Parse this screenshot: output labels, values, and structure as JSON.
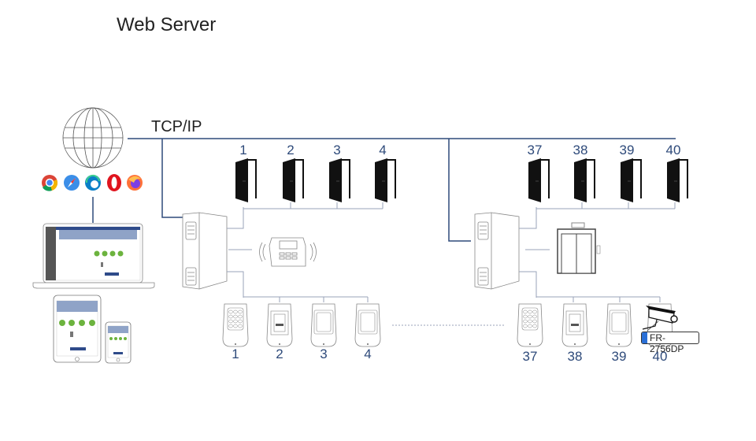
{
  "title": "Web Server",
  "network": {
    "label": "TCP/IP",
    "line_color": "#2e4a7a",
    "bus_color": "#9aa3b8"
  },
  "browsers": [
    {
      "name": "chrome-icon",
      "color": "#db4437"
    },
    {
      "name": "safari-icon",
      "color": "#3b8ee8"
    },
    {
      "name": "edge-icon",
      "color": "#0a7fc7"
    },
    {
      "name": "opera-icon",
      "color": "#e0141e"
    },
    {
      "name": "firefox-icon",
      "color": "#ff7139"
    }
  ],
  "clients": [
    "laptop",
    "tablet",
    "phone"
  ],
  "group_left": {
    "doors": [
      "1",
      "2",
      "3",
      "4"
    ],
    "readers": [
      {
        "label": "1",
        "type": "keypad"
      },
      {
        "label": "2",
        "type": "fingerprint"
      },
      {
        "label": "3",
        "type": "card"
      },
      {
        "label": "4",
        "type": "card"
      }
    ],
    "peripheral": "time-attendance-terminal"
  },
  "group_right": {
    "doors": [
      "37",
      "38",
      "39",
      "40"
    ],
    "readers": [
      {
        "label": "37",
        "type": "keypad"
      },
      {
        "label": "38",
        "type": "fingerprint"
      },
      {
        "label": "39",
        "type": "card"
      },
      {
        "label": "40",
        "type": "lpr-camera"
      }
    ],
    "peripheral": "elevator",
    "plate_text": "FR-2756DP"
  }
}
